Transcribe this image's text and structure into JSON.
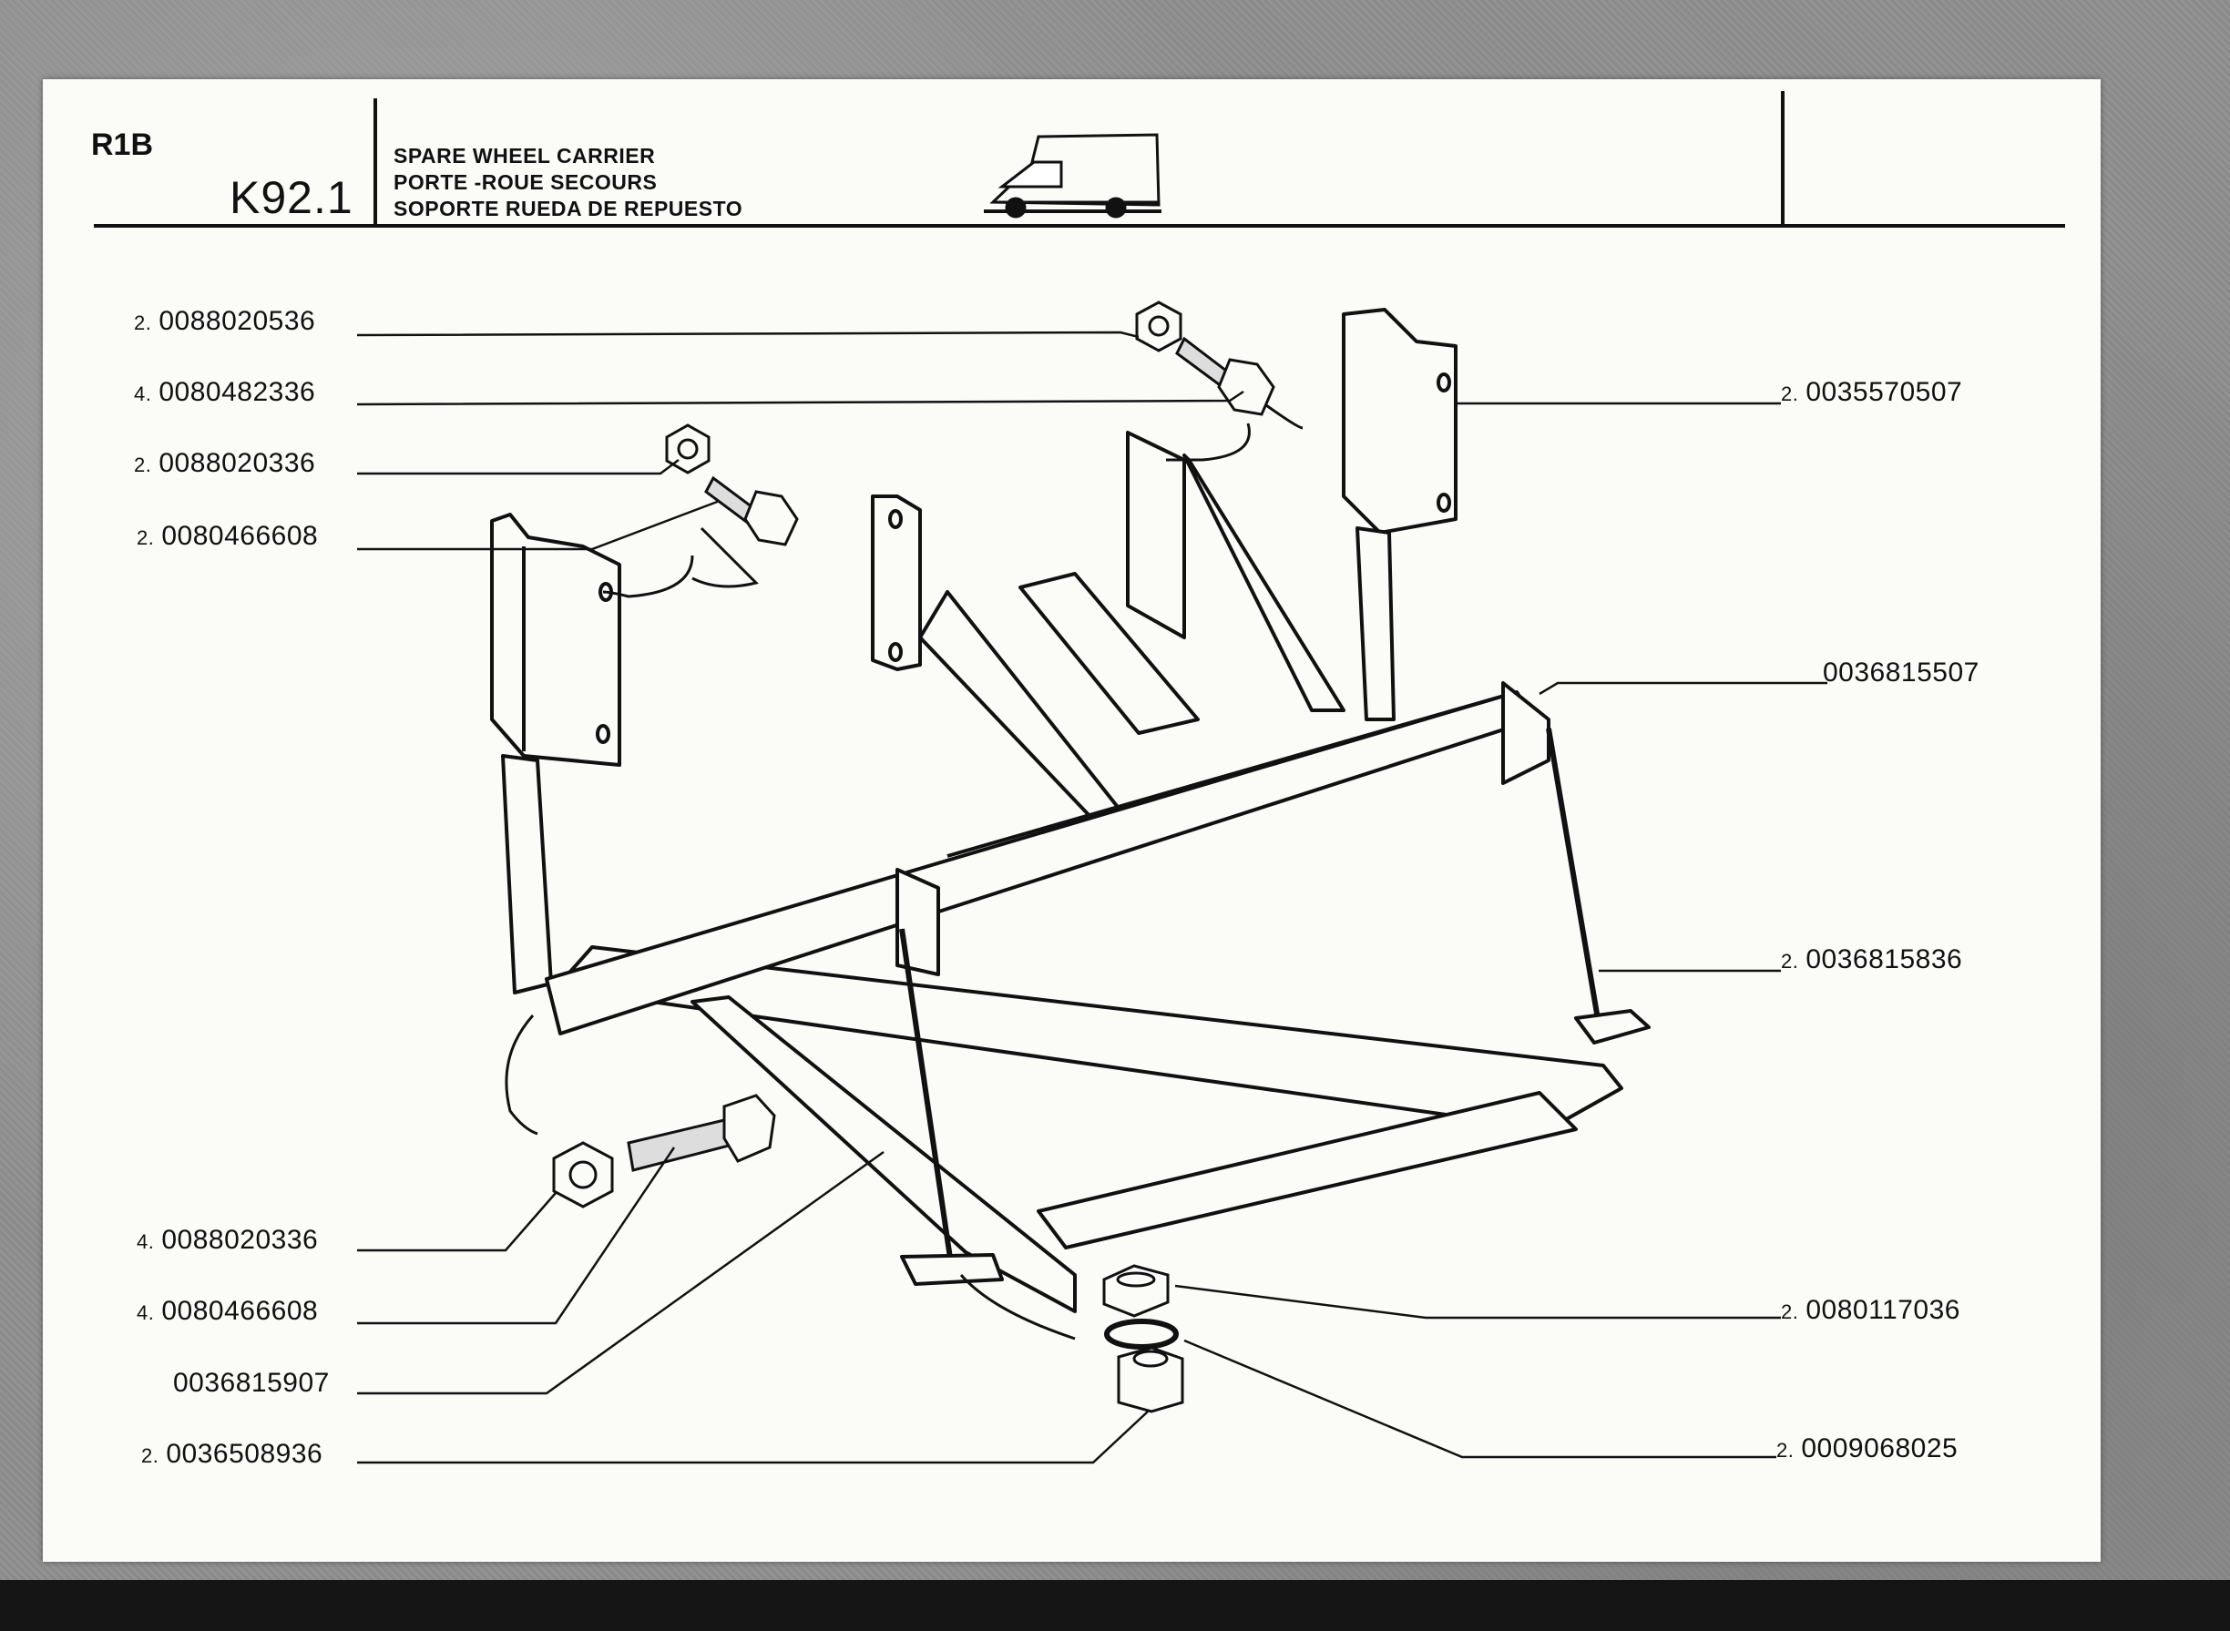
{
  "header": {
    "section_code": "R1B",
    "reference": "K92.1",
    "title_en": "SPARE WHEEL CARRIER",
    "title_fr": "PORTE -ROUE SECOURS",
    "title_es": "SOPORTE RUEDA DE REPUESTO",
    "vehicle_icon": "van-icon"
  },
  "parts_left": [
    {
      "qty": "2.",
      "number": "0088020536"
    },
    {
      "qty": "4.",
      "number": "0080482336"
    },
    {
      "qty": "2.",
      "number": "0088020336"
    },
    {
      "qty": "2.",
      "number": "0080466608"
    },
    {
      "qty": "4.",
      "number": "0088020336"
    },
    {
      "qty": "4.",
      "number": "0080466608"
    },
    {
      "qty": "",
      "number": "0036815907"
    },
    {
      "qty": "2.",
      "number": "0036508936"
    }
  ],
  "parts_right": [
    {
      "qty": "2.",
      "number": "0035570507"
    },
    {
      "qty": "",
      "number": "0036815507"
    },
    {
      "qty": "2.",
      "number": "0036815836"
    },
    {
      "qty": "2.",
      "number": "0080117036"
    },
    {
      "qty": "2.",
      "number": "0009068025"
    }
  ],
  "colors": {
    "ink": "#111111",
    "paper": "#fbfbf8",
    "background": "#8e8e8e"
  }
}
